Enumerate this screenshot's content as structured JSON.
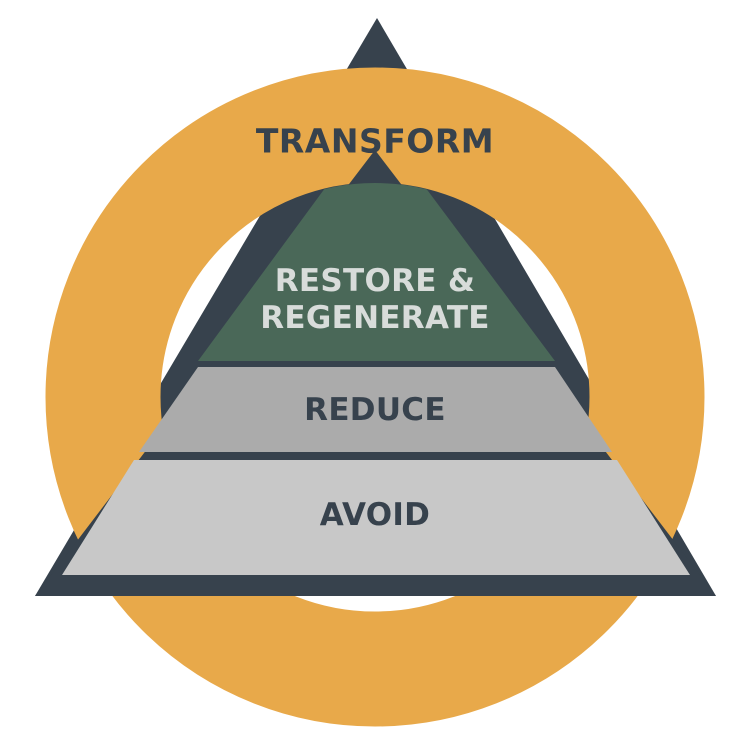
{
  "diagram": {
    "outer_label": "TRANSFORM",
    "tiers": {
      "top": [
        "RESTORE &",
        "REGENERATE"
      ],
      "middle": "REDUCE",
      "bottom": "AVOID"
    }
  },
  "colors": {
    "ring": "#E8A94A",
    "outline": "#37424D",
    "top_tier": "#4A6858",
    "middle_tier": "#ABABAB",
    "bottom_tier": "#C8C8C8",
    "top_tier_text": "#D8DCDA",
    "label_text": "#37424D",
    "background": "#FFFFFF"
  }
}
